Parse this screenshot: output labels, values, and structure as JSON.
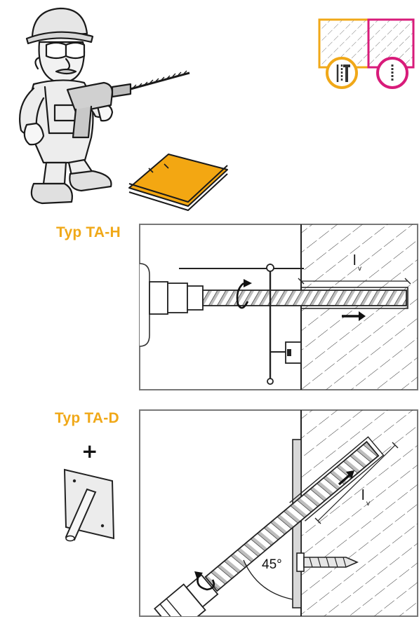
{
  "sections": [
    {
      "label": "Typ TA-H"
    },
    {
      "label": "Typ TA-D",
      "accessory": "+"
    }
  ],
  "diagram_h": {
    "depth_label": "l",
    "depth_sub": "v"
  },
  "diagram_d": {
    "depth_label": "l",
    "depth_sub": "v",
    "angle": "45°"
  },
  "colors": {
    "accent_orange": "#f0a818",
    "accent_magenta": "#d81b7a",
    "line": "#2a2a2a",
    "folder": "#f3a712"
  },
  "icons": [
    "worker-with-drill",
    "instructions-folder",
    "material-suitability-icons",
    "angle-plate"
  ]
}
